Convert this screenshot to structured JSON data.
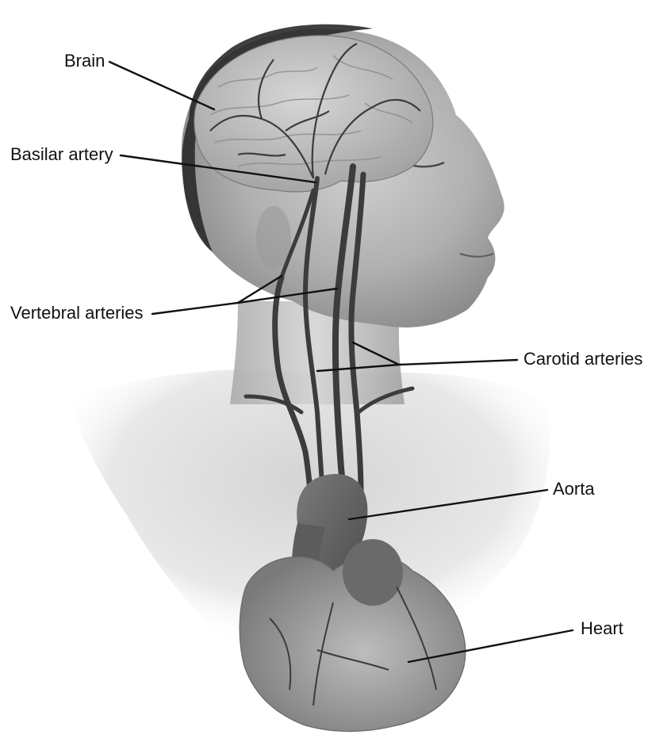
{
  "labels": {
    "brain": "Brain",
    "basilar": "Basilar artery",
    "vertebral": "Vertebral arteries",
    "carotid": "Carotid arteries",
    "aorta": "Aorta",
    "heart": "Heart"
  },
  "colors": {
    "artery": "#3c3c3c",
    "skin_shadow": "#8a8a8a",
    "hair": "#2a2a2a",
    "brain": "#b8b8b8",
    "heart": "#9a9a9a",
    "label_text": "#111111"
  }
}
